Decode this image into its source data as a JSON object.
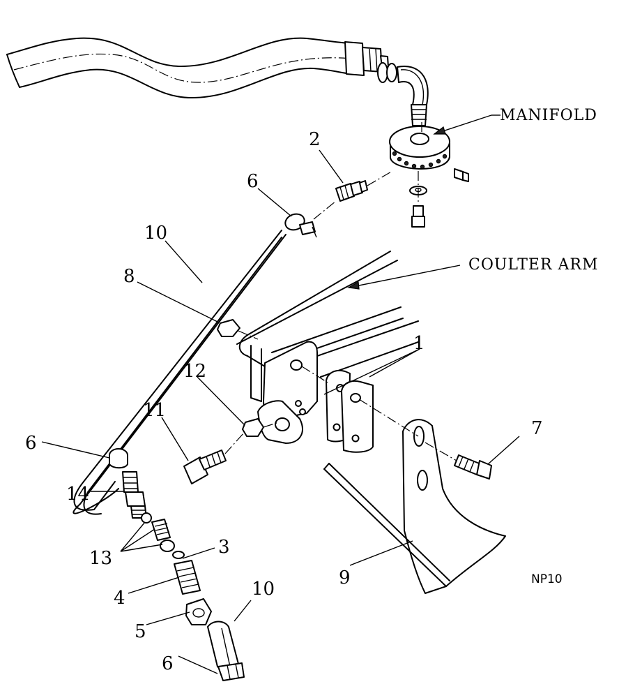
{
  "diagram": {
    "code": "NP10",
    "callouts": {
      "manifold": "MANIFOLD",
      "coulter_arm": "COULTER ARM"
    },
    "part_numbers": {
      "p1": "1",
      "p2": "2",
      "p3": "3",
      "p4": "4",
      "p5": "5",
      "p6_top": "6",
      "p6_mid": "6",
      "p6_bottom": "6",
      "p7": "7",
      "p8": "8",
      "p9": "9",
      "p10_top": "10",
      "p10_bottom": "10",
      "p11": "11",
      "p12": "12",
      "p13": "13",
      "p14": "14"
    }
  }
}
